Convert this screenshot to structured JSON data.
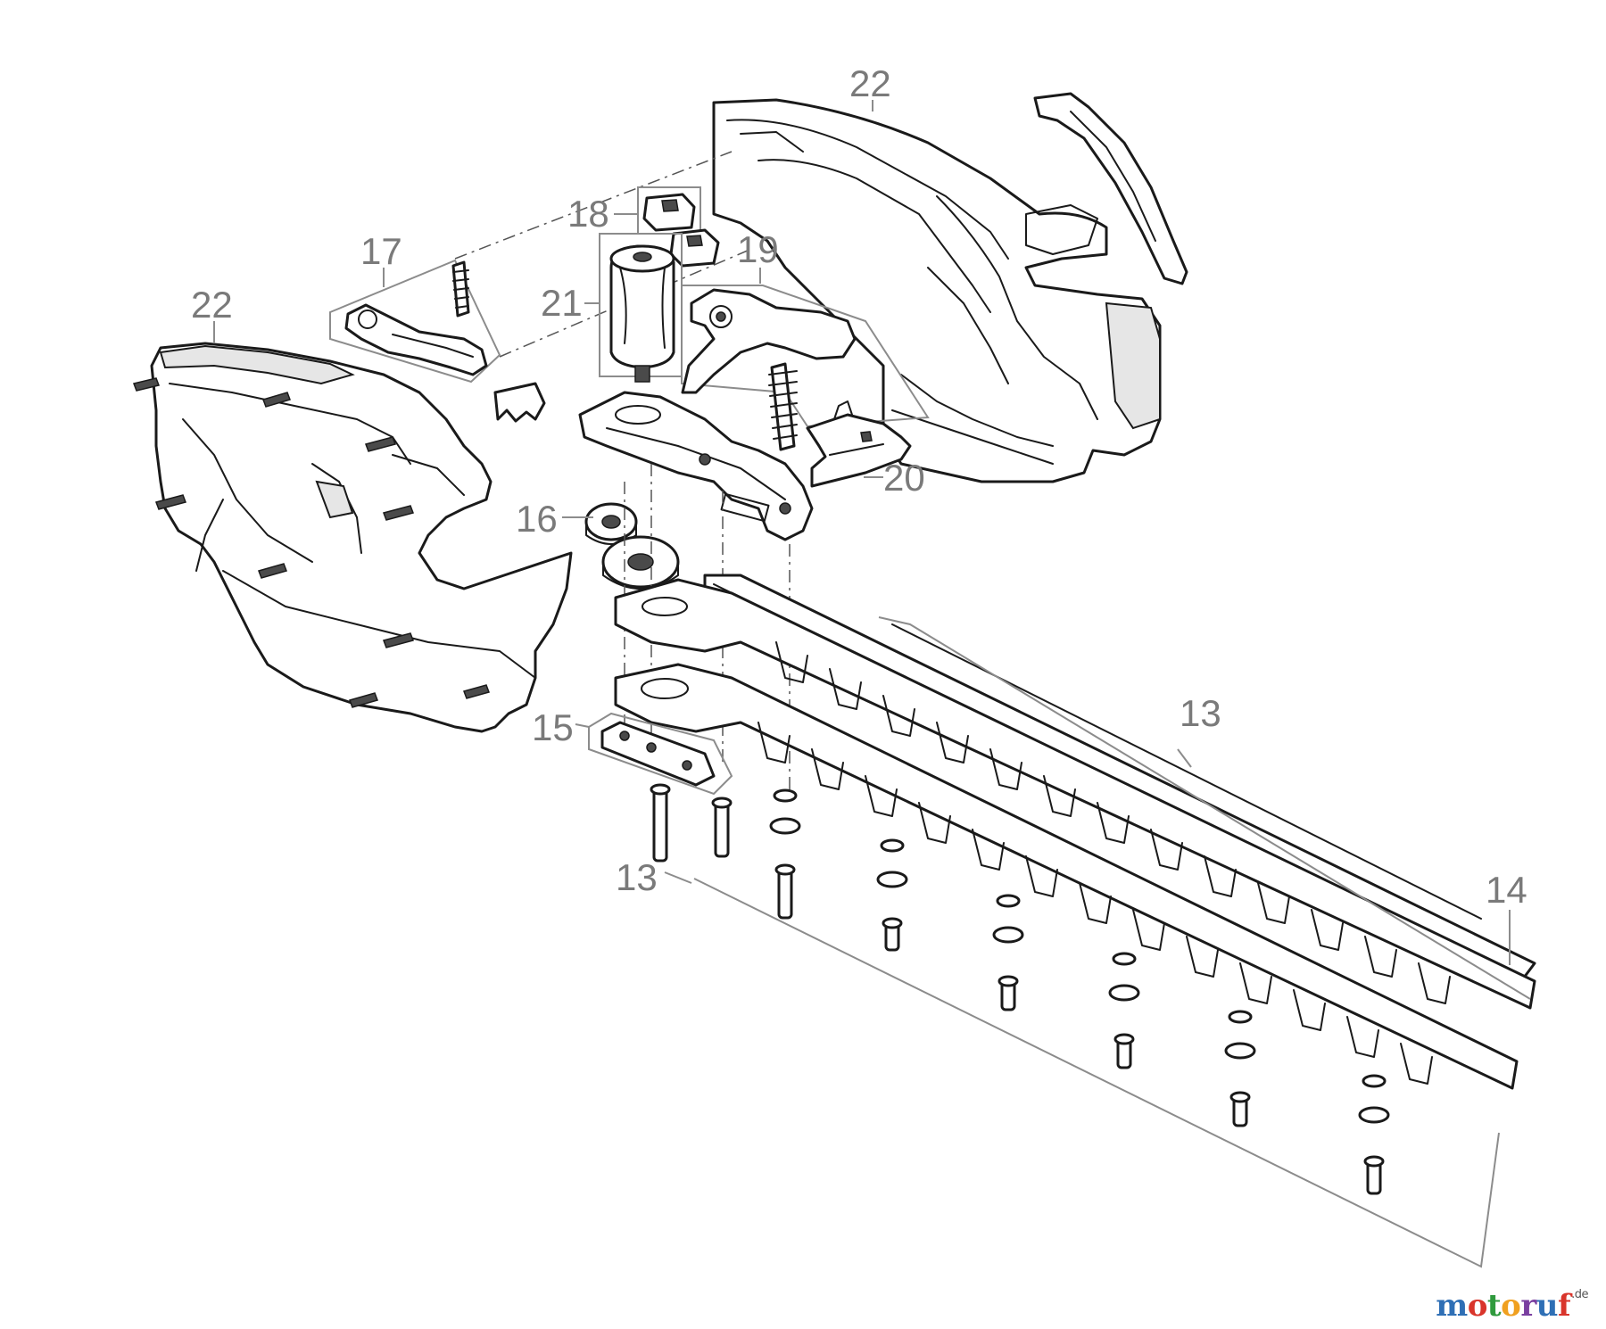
{
  "labels": {
    "housing_right": "22",
    "housing_left": "22",
    "switch": "18",
    "trigger": "17",
    "motor": "21",
    "handle_lever": "19",
    "safety_lever": "20",
    "gear": "16",
    "plate": "15",
    "blade_upper": "13",
    "blade_lower": "13",
    "guide_rail": "14"
  },
  "logo": {
    "letters": [
      "m",
      "o",
      "t",
      "o",
      "r",
      "u",
      "f"
    ],
    "suffix": ".de",
    "colors": [
      "#2f6fb5",
      "#d9352b",
      "#2f9a3d",
      "#f0a020",
      "#7a3fa0",
      "#2f6fb5",
      "#d9352b"
    ]
  }
}
